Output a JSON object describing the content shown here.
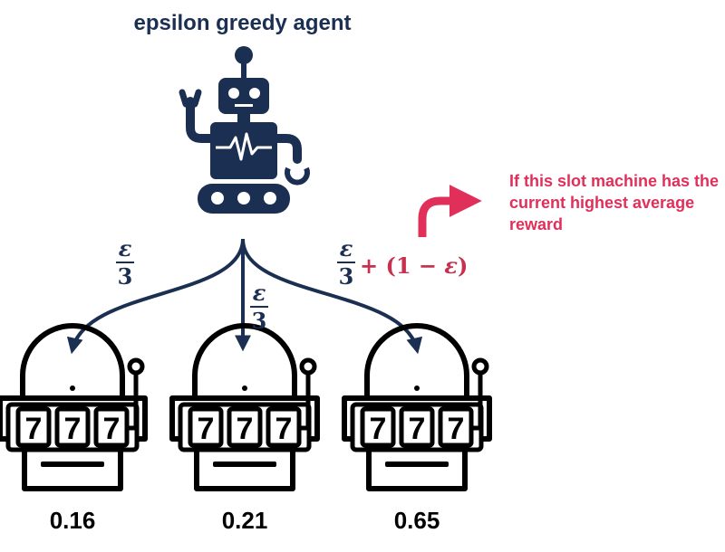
{
  "title": "epsilon greedy agent",
  "note": "If this slot machine has the current highest average reward",
  "probabilities": {
    "left": {
      "num": "ε",
      "den": "3"
    },
    "middle": {
      "num": "ε",
      "den": "3"
    },
    "right": {
      "num": "ε",
      "den": "3",
      "extra_prefix": "+ (1 − ",
      "extra_eps": "ε",
      "extra_suffix": ")"
    }
  },
  "machines": [
    {
      "reels": [
        "7",
        "7",
        "7"
      ],
      "value": "0.16"
    },
    {
      "reels": [
        "7",
        "7",
        "7"
      ],
      "value": "0.21"
    },
    {
      "reels": [
        "7",
        "7",
        "7"
      ],
      "value": "0.65"
    }
  ],
  "colors": {
    "navy": "#1b2f52",
    "highlight": "#e0305a",
    "formula": "#c8304f"
  },
  "icons": [
    "robot-icon",
    "slot-machine-icon",
    "curved-arrow-icon"
  ]
}
